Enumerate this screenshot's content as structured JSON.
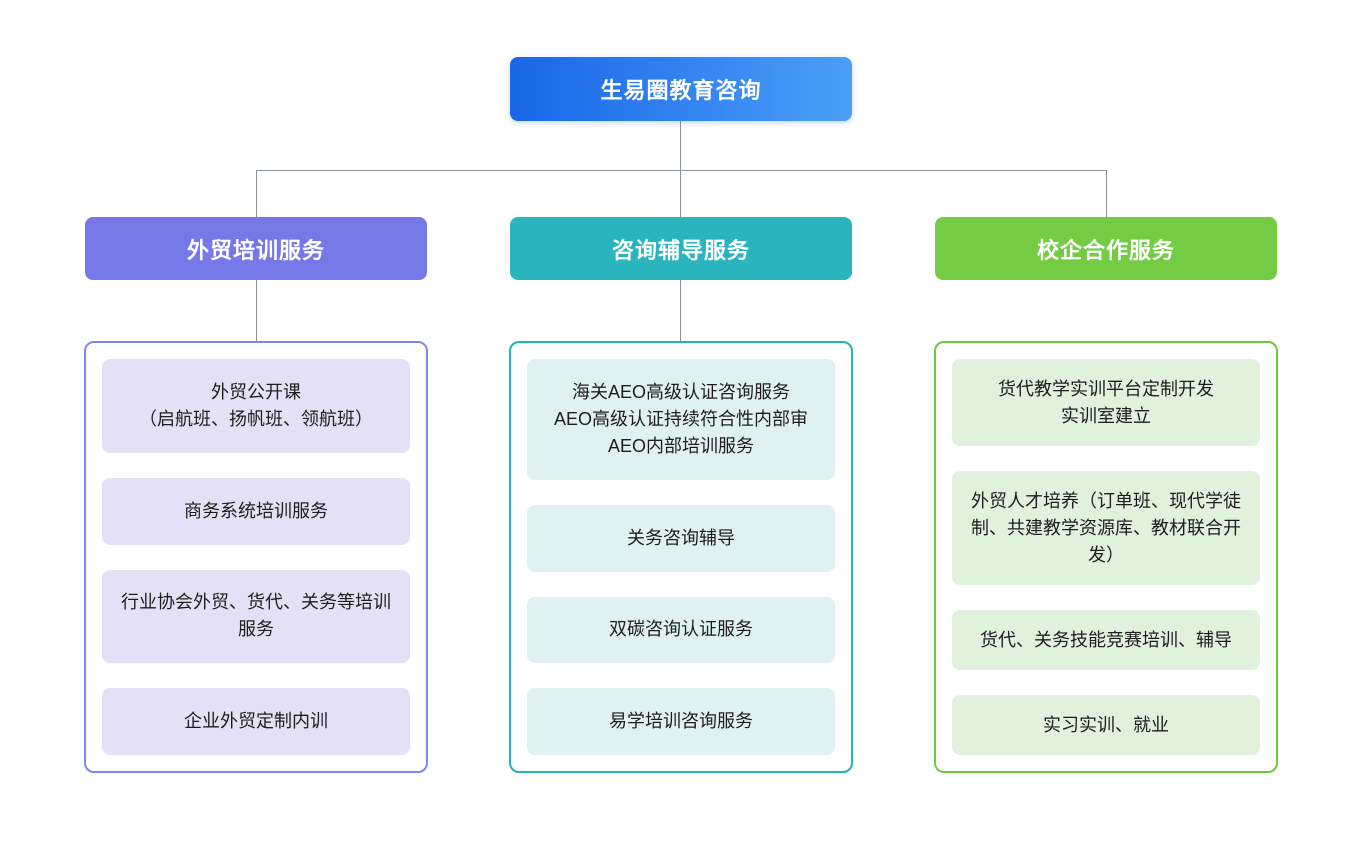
{
  "root": {
    "label": "生易圈教育咨询"
  },
  "branches": [
    {
      "label": "外贸培训服务",
      "items": [
        "外贸公开课\n（启航班、扬帆班、领航班）",
        "商务系统培训服务",
        "行业协会外贸、货代、关务等培训服务",
        "企业外贸定制内训"
      ]
    },
    {
      "label": "咨询辅导服务",
      "items": [
        "海关AEO高级认证咨询服务\nAEO高级认证持续符合性内部审\nAEO内部培训服务",
        "关务咨询辅导",
        "双碳咨询认证服务",
        "易学培训咨询服务"
      ]
    },
    {
      "label": "校企合作服务",
      "items": [
        "货代教学实训平台定制开发\n实训室建立",
        "外贸人才培养（订单班、现代学徒制、共建教学资源库、教材联合开发）",
        "货代、关务技能竞赛培训、辅导",
        "实习实训、就业"
      ]
    }
  ],
  "colors": {
    "root_start": "#1966E8",
    "root_end": "#4C9EF8",
    "branch1": "#7678E8",
    "branch1_border": "#8486F0",
    "branch1_item_bg": "#E4E1F6",
    "branch2": "#2AB5BE",
    "branch2_border": "#22B2BC",
    "branch2_item_bg": "#DFF1F2",
    "branch3": "#74CB44",
    "branch3_border": "#6EC83C",
    "bran3_item_bg_note": "#E0F1DC",
    "connector": "#8A93A0",
    "item_text": "#1D1D1F"
  }
}
